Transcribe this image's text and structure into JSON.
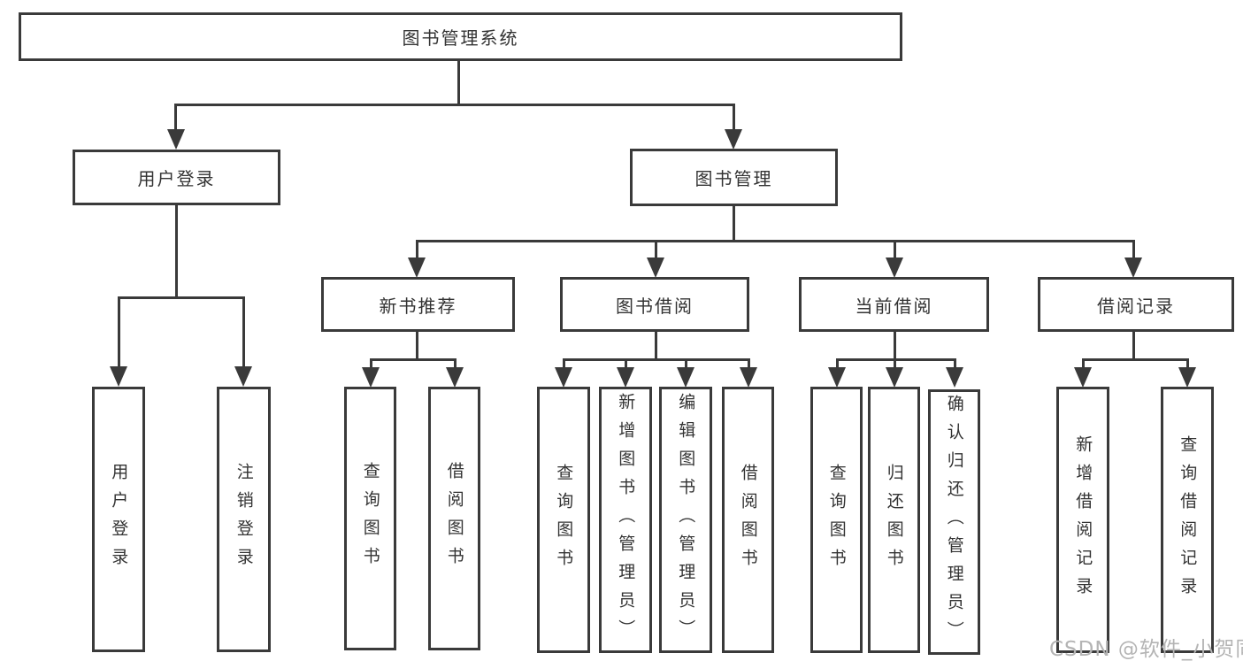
{
  "nodes": {
    "root": "图书管理系统",
    "user_login": "用户登录",
    "book_mgmt": "图书管理",
    "new_book_rec": "新书推荐",
    "book_borrow": "图书借阅",
    "current_borrow": "当前借阅",
    "borrow_records": "借阅记录",
    "user_login_leaf": "用户登录",
    "logout_leaf": "注销登录",
    "rec_query_books": "查询图书",
    "rec_borrow_books": "借阅图书",
    "bb_query_books": "查询图书",
    "bb_add_books": "新增图书（管理员）",
    "bb_edit_books": "编辑图书（管理员）",
    "bb_borrow_books": "借阅图书",
    "cb_query_books": "查询图书",
    "cb_return_books": "归还图书",
    "cb_confirm_return": "确认归还（管理员）",
    "br_add_record": "新增借阅记录",
    "br_query_record": "查询借阅记录"
  },
  "watermark": "CSDN @软件_小贺同学",
  "colors": {
    "line": "#3a3a3a",
    "text": "#333333",
    "watermark": "#b4b4b4",
    "background": "#ffffff"
  }
}
